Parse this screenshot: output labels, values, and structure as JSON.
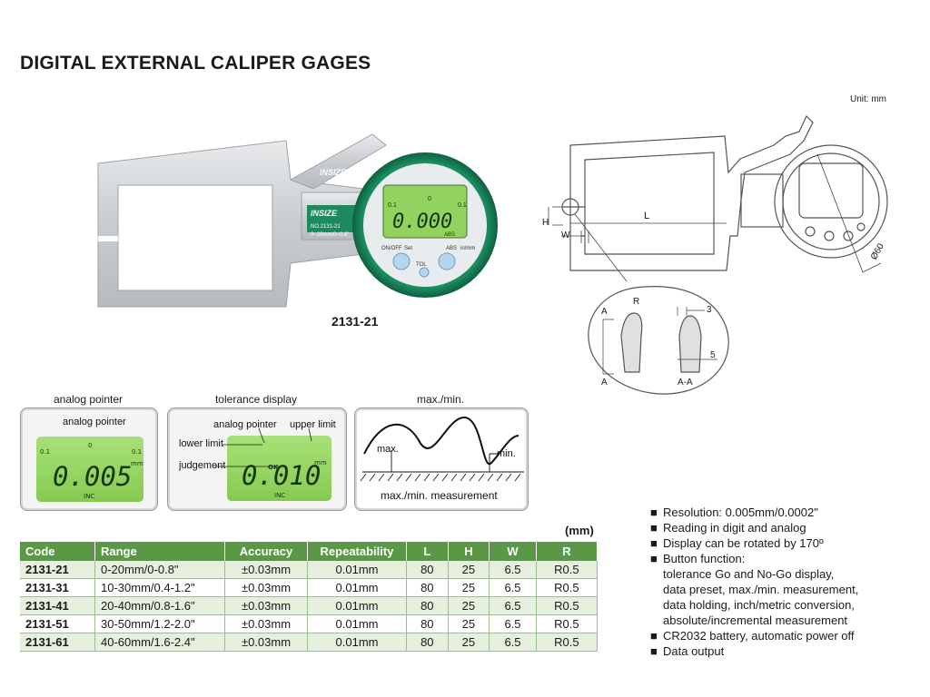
{
  "title": "DIGITAL EXTERNAL CALIPER GAGES",
  "unit_label": "Unit: mm",
  "photo": {
    "model": "2131-21",
    "brand": "INSIZE",
    "gauge_text": "NO.2131-21",
    "gauge_range": "0~20mm/0~0.8\"",
    "lcd_value": "0.000",
    "lcd_scale_left": "0.1",
    "lcd_scale_mid": "0",
    "lcd_scale_right": "0.1",
    "lcd_abs": "ABS",
    "btn_onoff": "ON/OFF",
    "btn_set": "Set",
    "btn_tol": "TOL",
    "btn_abs": "ABS",
    "btn_inch": "in/mm"
  },
  "drawing": {
    "dim_L": "L",
    "dim_H": "H",
    "dim_W": "W",
    "dim_dia": "Ø60",
    "detail": {
      "A_top": "A",
      "A_bottom": "A",
      "R": "R",
      "dim_3": "3",
      "dim_5": "5",
      "section": "A-A"
    }
  },
  "panels": [
    {
      "title": "analog pointer",
      "annotations": [
        "analog pointer"
      ],
      "lcd_value": "0.005",
      "lcd_sub": "INC",
      "scale_left": "0.1",
      "scale_mid": "0",
      "scale_right": "0.1",
      "lcd_unit": "mm"
    },
    {
      "title": "tolerance display",
      "annotations": [
        "analog pointer",
        "upper limit",
        "lower limit",
        "judgement"
      ],
      "lcd_value": "0.010",
      "lcd_sub": "INC",
      "lcd_unit": "mm",
      "lcd_ok": "OK"
    },
    {
      "title": "max./min.",
      "annotations": [
        "max.",
        "min."
      ],
      "caption": "max./min. measurement"
    }
  ],
  "table": {
    "unit": "(mm)",
    "headers": [
      "Code",
      "Range",
      "Accuracy",
      "Repeatability",
      "L",
      "H",
      "W",
      "R"
    ],
    "rows": [
      [
        "2131-21",
        "0-20mm/0-0.8\"",
        "±0.03mm",
        "0.01mm",
        "80",
        "25",
        "6.5",
        "R0.5"
      ],
      [
        "2131-31",
        "10-30mm/0.4-1.2\"",
        "±0.03mm",
        "0.01mm",
        "80",
        "25",
        "6.5",
        "R0.5"
      ],
      [
        "2131-41",
        "20-40mm/0.8-1.6\"",
        "±0.03mm",
        "0.01mm",
        "80",
        "25",
        "6.5",
        "R0.5"
      ],
      [
        "2131-51",
        "30-50mm/1.2-2.0\"",
        "±0.03mm",
        "0.01mm",
        "80",
        "25",
        "6.5",
        "R0.5"
      ],
      [
        "2131-61",
        "40-60mm/1.6-2.4\"",
        "±0.03mm",
        "0.01mm",
        "80",
        "25",
        "6.5",
        "R0.5"
      ]
    ]
  },
  "features": {
    "bullet": "■",
    "items": [
      "Resolution: 0.005mm/0.0002\"",
      "Reading in digit and analog",
      "Display can be rotated by 170º",
      "Button function:",
      "CR2032 battery, automatic power off",
      "Data output"
    ],
    "button_sub": [
      "tolerance Go and No-Go display,",
      "data preset, max./min. measurement,",
      "data holding, inch/metric conversion,",
      "absolute/incremental measurement"
    ]
  },
  "colors": {
    "table_header": "#5a9848",
    "table_row_alt": "#e4efdc",
    "lcd_green": "#93d460",
    "gauge_bezel": "#1c8a5e"
  }
}
